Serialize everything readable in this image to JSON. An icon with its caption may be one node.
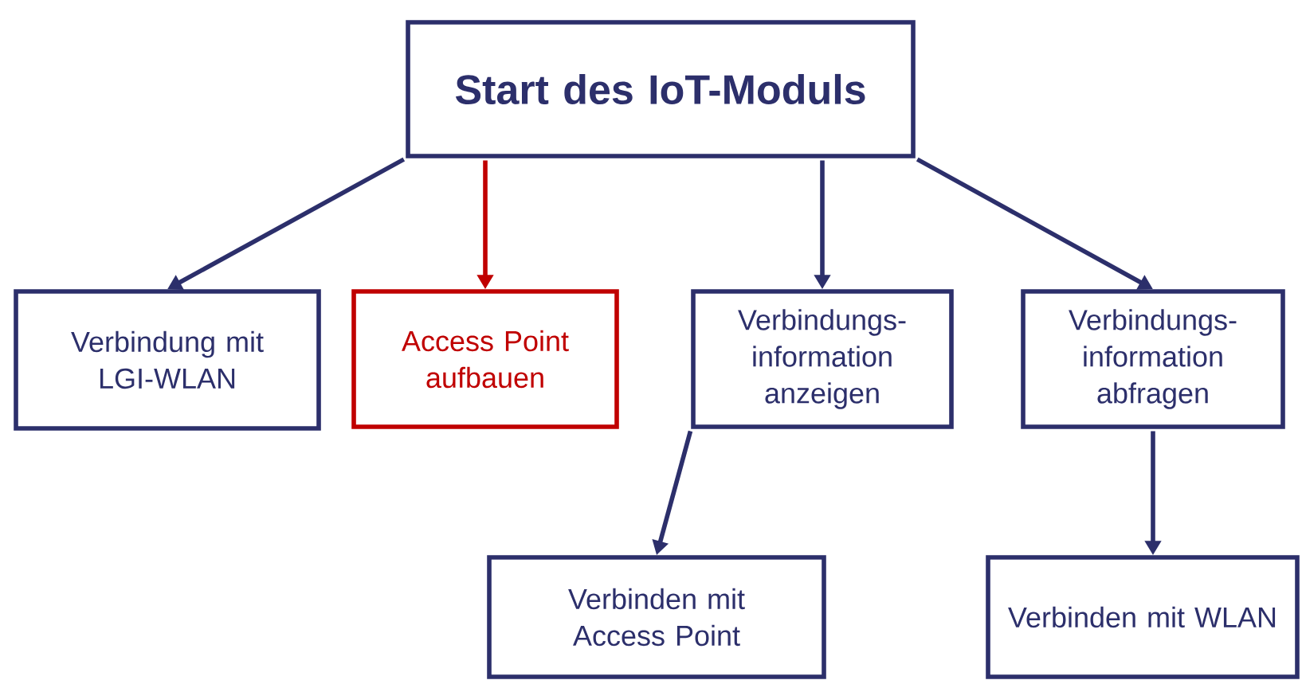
{
  "diagram": {
    "nodes": [
      {
        "text": [
          "Start des IoT-Moduls"
        ]
      },
      {
        "text": [
          "Verbindung mit LGI-WLAN"
        ]
      },
      {
        "text": [
          "Access Point aufbauen"
        ]
      },
      {
        "text": [
          "Verbindungs- information anzeigen"
        ]
      },
      {
        "text": [
          "Verbindungs- information abfragen"
        ]
      },
      {
        "text": [
          "Verbinden mit Access Point"
        ]
      },
      {
        "text": [
          "Verbinden mit WLAN"
        ]
      }
    ],
    "edges": [
      {
        "from": 0,
        "to": 1,
        "arrow": "to"
      },
      {
        "from": 0,
        "to": 2,
        "arrow": "to",
        "color": "#c00000"
      },
      {
        "from": 0,
        "to": 3,
        "arrow": "to"
      },
      {
        "from": 0,
        "to": 4,
        "arrow": "to"
      },
      {
        "from": 3,
        "to": 5,
        "arrow": "to"
      },
      {
        "from": 4,
        "to": 6,
        "arrow": "to"
      }
    ]
  }
}
